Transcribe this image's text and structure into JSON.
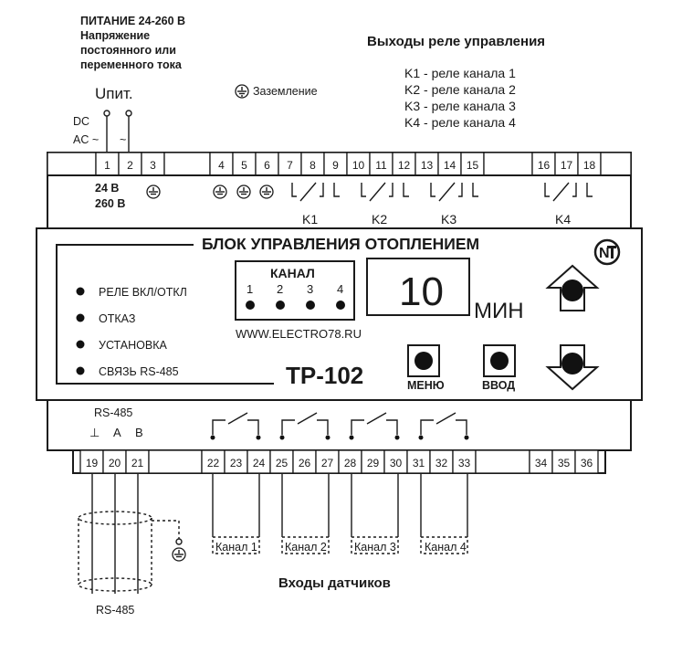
{
  "power": {
    "title": "ПИТАНИЕ 24-260 В",
    "line2": "Напряжение",
    "line3": "постоянного или",
    "line4": "переменного тока",
    "u_label": "Uпит.",
    "dc": "DC",
    "ac": "AC ~",
    "tilde": "~",
    "v24": "24 В",
    "v260": "260 В"
  },
  "ground_label": "Заземление",
  "relays": {
    "title": "Выходы реле управления",
    "legend": [
      "K1 - реле канала 1",
      "K2 - реле канала 2",
      "K3 - реле канала 3",
      "K4 - реле канала 4"
    ],
    "labels": [
      "K1",
      "K2",
      "K3",
      "K4"
    ]
  },
  "top_terminals": [
    "",
    "1",
    "2",
    "3",
    "",
    "4",
    "5",
    "6",
    "7",
    "8",
    "9",
    "10",
    "11",
    "12",
    "13",
    "14",
    "15",
    "",
    "16",
    "17",
    "18",
    ""
  ],
  "bottom_terminals": [
    "19",
    "20",
    "21",
    "",
    "22",
    "23",
    "24",
    "25",
    "26",
    "27",
    "28",
    "29",
    "30",
    "31",
    "32",
    "33",
    "",
    "34",
    "35",
    "36"
  ],
  "panel": {
    "title": "БЛОК УПРАВЛЕНИЯ ОТОПЛЕНИЕМ",
    "leds": [
      "РЕЛЕ ВКЛ/ОТКЛ",
      "ОТКАЗ",
      "УСТАНОВКА",
      "СВЯЗЬ RS-485"
    ],
    "channel_title": "КАНАЛ",
    "channel_numbers": [
      "1",
      "2",
      "3",
      "4"
    ],
    "display_value": "10",
    "display_unit": "МИН",
    "website": "WWW.ELECTRO78.RU",
    "model": "ТР-102",
    "button_menu": "МЕНЮ",
    "button_enter": "ВВОД"
  },
  "rs485": {
    "label": "RS-485",
    "pins": [
      "⊥",
      "A",
      "B"
    ],
    "cable_label": "RS-485"
  },
  "sensors": {
    "title": "Входы датчиков",
    "channels": [
      "Канал 1",
      "Канал 2",
      "Канал 3",
      "Канал 4"
    ]
  }
}
